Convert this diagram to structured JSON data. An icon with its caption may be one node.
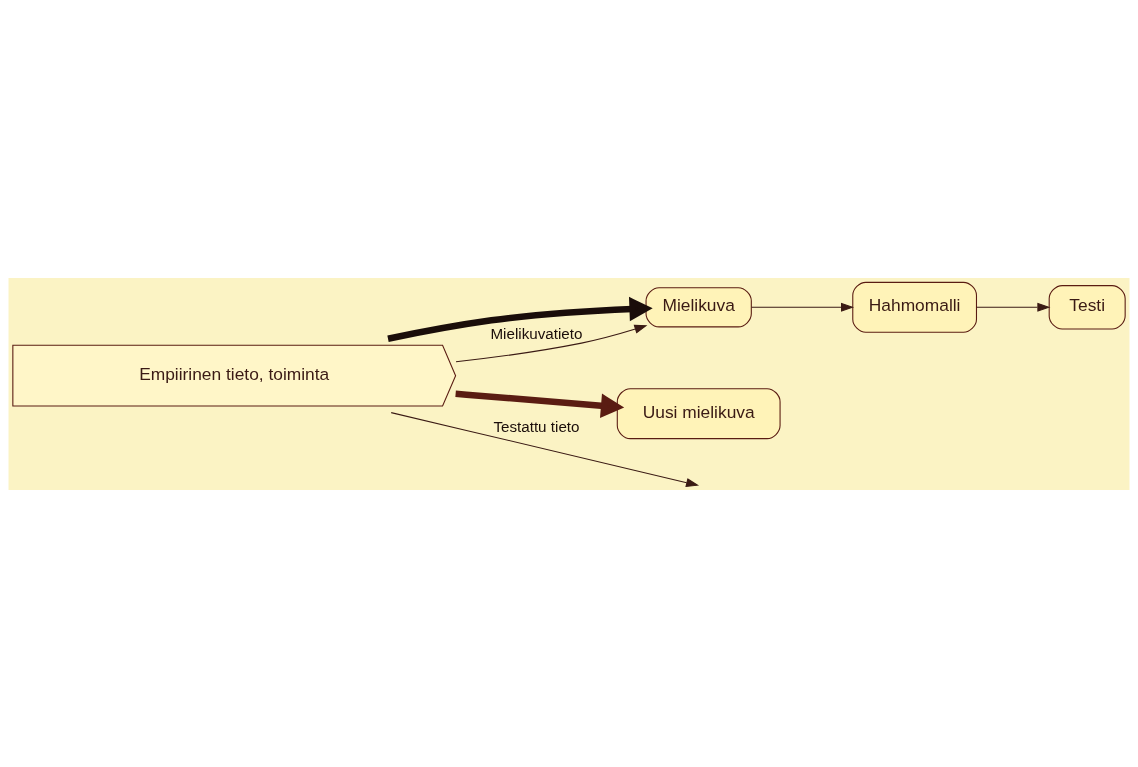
{
  "diagram": {
    "nodes": [
      {
        "text": [
          "Empiirinen tieto, toiminta"
        ]
      },
      {
        "text": [
          "Mielikuva"
        ]
      },
      {
        "text": [
          "Uusi mielikuva"
        ]
      },
      {
        "text": [
          "Testi"
        ]
      },
      {
        "text": [
          "Hahmomalli"
        ]
      }
    ],
    "edges": [
      {
        "from": 0,
        "to": 1,
        "arrow": "to",
        "style": "thick",
        "color": "#1a0d0a"
      },
      {
        "from": 0,
        "to": 2,
        "arrow": "to",
        "style": "thick",
        "color": "#5a1c12"
      },
      {
        "from": 0,
        "to": 1,
        "arrow": "to",
        "label": "Mielikuvatieto"
      },
      {
        "from": 1,
        "to": 4,
        "arrow": "to"
      },
      {
        "from": 4,
        "to": 3,
        "arrow": "to"
      },
      {
        "from": 0,
        "to": null,
        "arrow": "to",
        "label": "Testattu tieto"
      }
    ]
  }
}
